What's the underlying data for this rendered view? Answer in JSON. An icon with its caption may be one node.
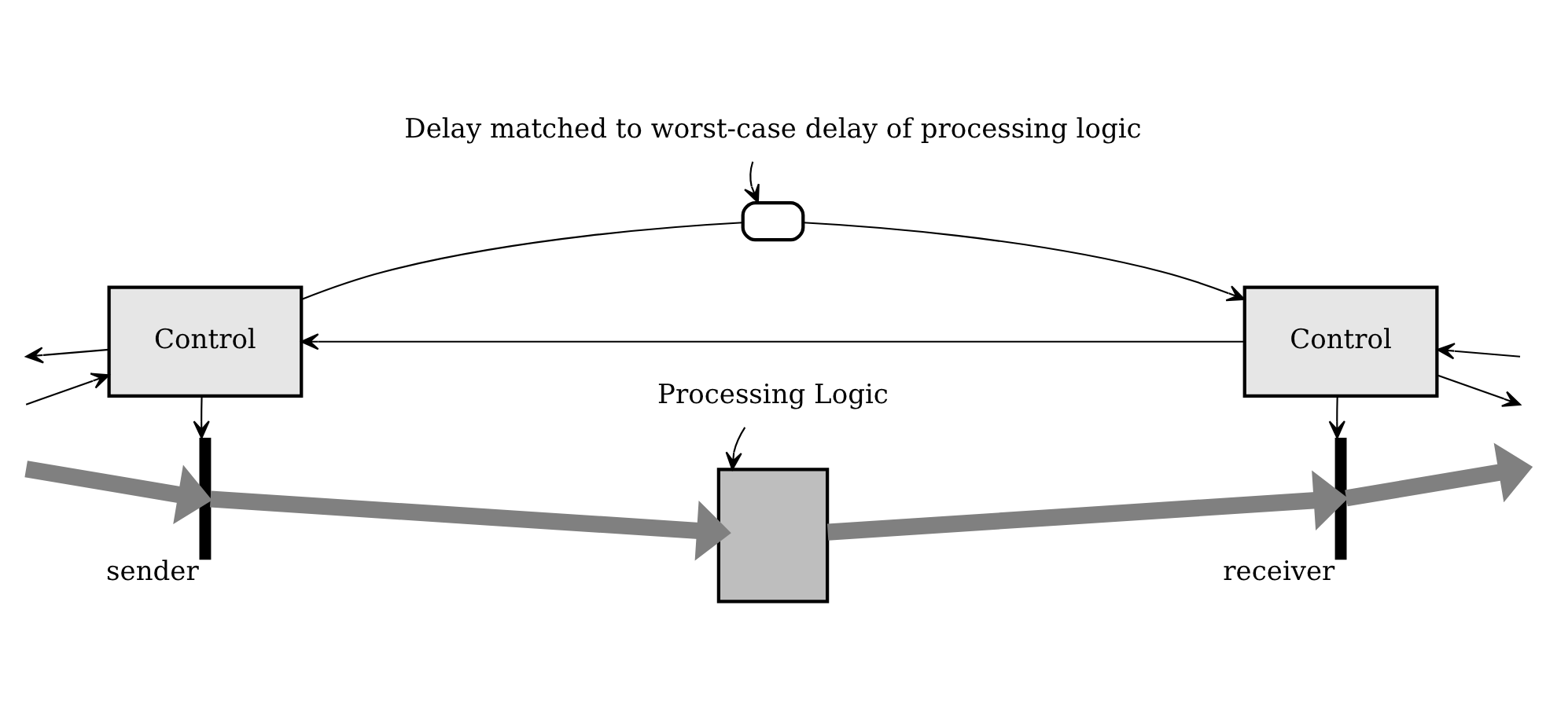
{
  "diagram": {
    "nodes": [
      {
        "text": [
          "Delay matched to worst-case delay of processing logic"
        ]
      },
      {
        "text": [
          "Control"
        ]
      },
      {
        "text": [],
        "shape": "capsule"
      },
      {
        "text": [
          "Control"
        ]
      },
      {
        "text": [],
        "shape": "bar",
        "beside": [
          "sender"
        ]
      },
      {
        "text": [],
        "shape": "box"
      },
      {
        "text": [],
        "shape": "bar",
        "beside": [
          "receiver"
        ]
      },
      {
        "text": [
          "Processing Logic"
        ]
      }
    ],
    "edges": [
      {
        "from": null,
        "to": 1,
        "arrow": "to"
      },
      {
        "from": 1,
        "to": null,
        "arrow": "to"
      },
      {
        "from": 1,
        "to": 2,
        "arrow": "none"
      },
      {
        "from": 2,
        "to": 3,
        "arrow": "to"
      },
      {
        "from": 3,
        "to": 1,
        "arrow": "to"
      },
      {
        "from": 3,
        "to": null,
        "arrow": "to"
      },
      {
        "from": null,
        "to": 3,
        "arrow": "to"
      },
      {
        "from": 1,
        "to": 4,
        "arrow": "to"
      },
      {
        "from": 3,
        "to": 6,
        "arrow": "to"
      },
      {
        "from": null,
        "to": 4,
        "arrow": "to",
        "style": "thick",
        "color": "#808080"
      },
      {
        "from": 4,
        "to": 5,
        "arrow": "to",
        "style": "thick",
        "color": "#808080"
      },
      {
        "from": 5,
        "to": 6,
        "arrow": "to",
        "style": "thick",
        "color": "#808080"
      },
      {
        "from": 6,
        "to": null,
        "arrow": "to",
        "style": "thick",
        "color": "#808080"
      },
      {
        "from": 0,
        "to": 2,
        "arrow": "to"
      },
      {
        "from": 7,
        "to": 5,
        "arrow": "to"
      }
    ]
  }
}
